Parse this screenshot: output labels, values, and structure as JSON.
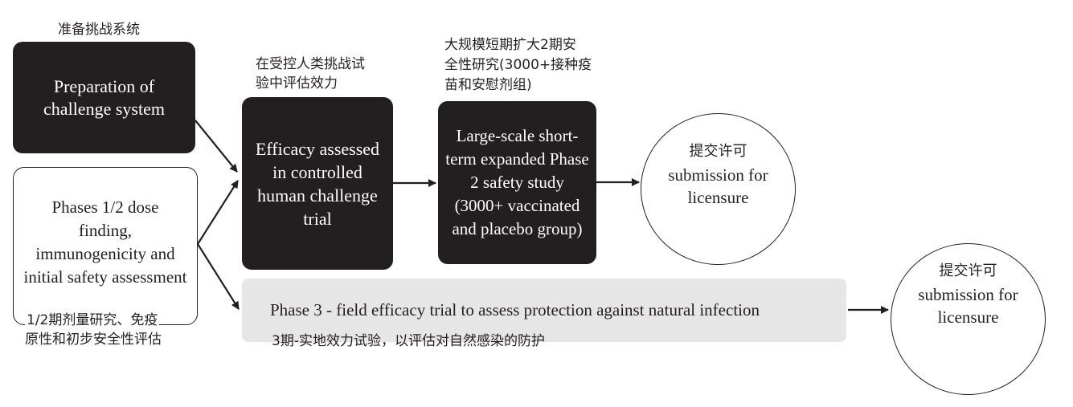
{
  "nodes": {
    "prep": {
      "en": "Preparation of challenge system",
      "cn": "准备挑战系统"
    },
    "phase12": {
      "en": "Phases 1/2 dose finding, immunogenicity and initial safety assessment",
      "cn_line1": "1/2期剂量研究、免疫",
      "cn_line2": "原性和初步安全性评估"
    },
    "efficacy": {
      "en": "Efficacy assessed in controlled human challenge trial",
      "cn_line1": "在受控人类挑战试",
      "cn_line2": "验中评估效力"
    },
    "largescale": {
      "en": "Large-scale short-term expanded Phase 2  safety study  (3000+ vaccinated and placebo group)",
      "cn_line1": "大规模短期扩大2期安",
      "cn_line2": "全性研究(3000+接种疫",
      "cn_line3": "苗和安慰剂组)"
    },
    "licensure1": {
      "cn": "提交许可",
      "en": "submission for licensure"
    },
    "phase3": {
      "en": "Phase 3 - field efficacy trial to assess protection against natural infection",
      "cn": "3期-实地效力试验，以评估对自然感染的防护"
    },
    "licensure2": {
      "cn": "提交许可",
      "en": "submission for licensure"
    }
  },
  "colors": {
    "dark_fill": "#231f20",
    "light_fill": "#e6e6e7",
    "stroke": "#231f20"
  }
}
